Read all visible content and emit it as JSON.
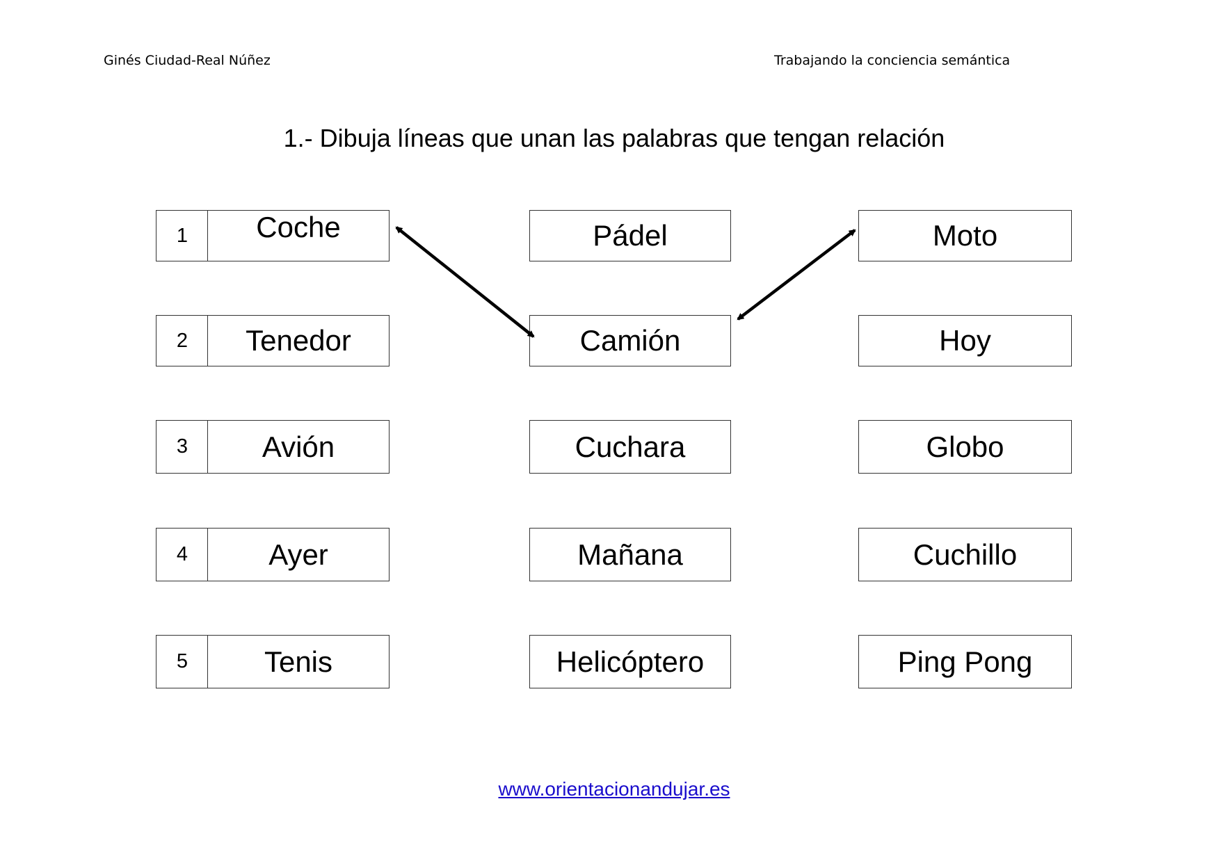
{
  "header": {
    "author": "Ginés Ciudad-Real Núñez",
    "subject": "Trabajando la conciencia semántica"
  },
  "instruction": "1.- Dibuja líneas que unan las palabras que tengan relación",
  "left_column": [
    {
      "number": "1",
      "word": "Coche"
    },
    {
      "number": "2",
      "word": "Tenedor"
    },
    {
      "number": "3",
      "word": "Avión"
    },
    {
      "number": "4",
      "word": "Ayer"
    },
    {
      "number": "5",
      "word": "Tenis"
    }
  ],
  "middle_column": [
    "Pádel",
    "Camión",
    "Cuchara",
    "Mañana",
    "Helicóptero"
  ],
  "right_column": [
    "Moto",
    "Hoy",
    "Globo",
    "Cuchillo",
    "Ping Pong"
  ],
  "connections": [
    {
      "from": "Coche",
      "to": "Camión"
    },
    {
      "from": "Camión",
      "to": "Moto"
    }
  ],
  "footer": {
    "link_text": "www.orientacionandujar.es"
  }
}
